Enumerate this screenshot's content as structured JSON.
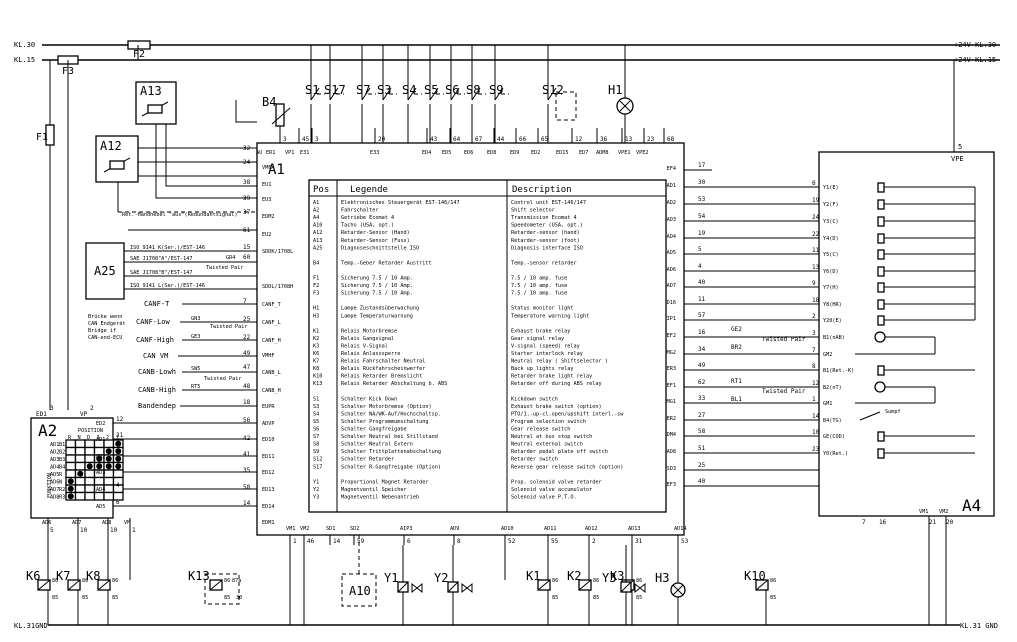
{
  "rails": {
    "kl30": "KL.30",
    "kl15": "KL.15",
    "p24v_kl30": "+24V KL.30",
    "p24v_kl15": "+24V KL.15",
    "gnd_left": "KL.31GND",
    "gnd_right": "KL.31 GND"
  },
  "fuses": [
    "F2",
    "F3",
    "F1"
  ],
  "a1": {
    "label": "A1",
    "top_pins": [
      "AU",
      "ER1",
      "VP1",
      "E31",
      "E33",
      "ED4",
      "ED5",
      "ED6",
      "ED8",
      "ED9",
      "ED2",
      "ED15",
      "ED7",
      "ADM8",
      "VPE1",
      "VPE2"
    ],
    "top_nums": [
      "3",
      "45",
      "3",
      "20",
      "43",
      "64",
      "67",
      "44",
      "66",
      "65",
      "12",
      "36",
      "13",
      "23",
      "68"
    ],
    "left_pins": [
      "VM6A",
      "EU1",
      "EU3",
      "EDM2",
      "EU2",
      "SDDK/1708L",
      "SDDL/1708H",
      "CANF_T",
      "CANF_L",
      "CANF_H",
      "VMHF",
      "CANB_L",
      "CANB_H",
      "EUPR",
      "ADVP",
      "ED10",
      "ED11",
      "ED12",
      "ED13",
      "ED14",
      "EDM1"
    ],
    "left_nums": [
      "32",
      "24",
      "38",
      "39",
      "37",
      "61",
      "15",
      "60",
      "7",
      "25",
      "22",
      "49",
      "47",
      "48",
      "18",
      "56",
      "42",
      "41",
      "35",
      "58",
      "14"
    ],
    "right_pins": [
      "EF4",
      "AD1",
      "AD2",
      "AD3",
      "AD4",
      "AD5",
      "AD6",
      "AD7",
      "AD16",
      "AIP1",
      "EF2",
      "VMG2",
      "ER3",
      "EF1",
      "VMG1",
      "ER2",
      "ADM4",
      "AD8",
      "SD3",
      "EF3"
    ],
    "right_nums": [
      "17",
      "30",
      "53",
      "54",
      "19",
      "5",
      "4",
      "40",
      "11",
      "57",
      "16",
      "34",
      "49",
      "62",
      "33",
      "27",
      "58",
      "51",
      "25",
      "40"
    ],
    "bottom_pins": [
      "VM1",
      "VM2",
      "SD1",
      "SD2",
      "AIP3",
      "AD9",
      "AD10",
      "AD11",
      "AD12",
      "AD13",
      "AD14"
    ],
    "bottom_nums": [
      "1",
      "46",
      "14",
      "59",
      "6",
      "8",
      "52",
      "55",
      "2",
      "31",
      "53"
    ]
  },
  "legend": {
    "pos_header": "Pos",
    "legende_header": "Legende",
    "description_header": "Description",
    "rows": [
      {
        "pos": "A1",
        "de": "Elektronisches Steuergerät EST-146/147",
        "en": "Control unit EST-146/147"
      },
      {
        "pos": "A2",
        "de": "Fahrschalter",
        "en": "Shift selector"
      },
      {
        "pos": "A4",
        "de": "Getriebe Ecomat 4",
        "en": "Transmission Ecomat 4"
      },
      {
        "pos": "A10",
        "de": "Tacho (USA, opt.)",
        "en": "Speedometer (USA, opt.)"
      },
      {
        "pos": "A12",
        "de": "Retarder-Sensor (Hand)",
        "en": "Retarder-sensor (hand)"
      },
      {
        "pos": "A13",
        "de": "Retarder-Sensor (Fuss)",
        "en": "Retarder-sensor (foot)"
      },
      {
        "pos": "A25",
        "de": "Diagnoseschnittstelle ISO",
        "en": "Diagnosis interface ISO"
      },
      {
        "pos": "",
        "de": "",
        "en": ""
      },
      {
        "pos": "B4",
        "de": "Temp.-Geber Retarder Austritt",
        "en": "Temp.-sensor retarder"
      },
      {
        "pos": "",
        "de": "",
        "en": ""
      },
      {
        "pos": "F1",
        "de": "Sicherung 7.5 / 10 Amp.",
        "en": "7.5 / 10 amp. fuse"
      },
      {
        "pos": "F2",
        "de": "Sicherung 7.5 / 10 Amp.",
        "en": "7.5 / 10 amp. fuse"
      },
      {
        "pos": "F3",
        "de": "Sicherung 7.5 / 10 Amp.",
        "en": "7.5 / 10 amp. fuse"
      },
      {
        "pos": "",
        "de": "",
        "en": ""
      },
      {
        "pos": "H1",
        "de": "Lampe Zustandsüberwachung",
        "en": "Status monitor light"
      },
      {
        "pos": "H3",
        "de": "Lampe Temperaturwarnung",
        "en": "Temperature warning light"
      },
      {
        "pos": "",
        "de": "",
        "en": ""
      },
      {
        "pos": "K1",
        "de": "Relais Motorbremse",
        "en": "Exhaust brake relay"
      },
      {
        "pos": "K2",
        "de": "Relais Gangsignal",
        "en": "Gear signal relay"
      },
      {
        "pos": "K3",
        "de": "Relais V-Signal",
        "en": "V-signal (speed) relay"
      },
      {
        "pos": "K6",
        "de": "Relais Anlasssperre",
        "en": "Starter interlock relay"
      },
      {
        "pos": "K7",
        "de": "Relais Fahrschalter Neutral",
        "en": "Neutral relay ( Shiftselector )"
      },
      {
        "pos": "K8",
        "de": "Relais Rückfahrscheinwerfer",
        "en": "Back up lights relay"
      },
      {
        "pos": "K10",
        "de": "Relais Retarder Bremslicht",
        "en": "Retarder brake light relay"
      },
      {
        "pos": "K13",
        "de": "Relais Retarder Abschaltung b. ABS",
        "en": "Retarder off during ABS relay"
      },
      {
        "pos": "",
        "de": "",
        "en": ""
      },
      {
        "pos": "S1",
        "de": "Schalter Kick Down",
        "en": "Kickdown switch"
      },
      {
        "pos": "S3",
        "de": "Schalter Motorbremse (Option)",
        "en": "Exhaust brake switch (option)"
      },
      {
        "pos": "S4",
        "de": "Schalter NA/WK-Auf/Hochschaltsp.",
        "en": "PTO/1.-up-cl.open/upshift interl.-sw"
      },
      {
        "pos": "S5",
        "de": "Schalter Programmumschaltung",
        "en": "Program selection switch"
      },
      {
        "pos": "S6",
        "de": "Schalter Gangfreigabe",
        "en": "Gear release switch"
      },
      {
        "pos": "S7",
        "de": "Schalter Neutral bei Stillstand",
        "en": "Neutral at bus stop switch"
      },
      {
        "pos": "S8",
        "de": "Schalter Neutral Extern",
        "en": "Neutral external switch"
      },
      {
        "pos": "S9",
        "de": "Schalter Trittplattenabschaltung",
        "en": "Retarder pedal plate off switch"
      },
      {
        "pos": "S12",
        "de": "Schalter Retarder",
        "en": "Retarder switch"
      },
      {
        "pos": "S17",
        "de": "Schalter R-Gangfreigabe (Option)",
        "en": "Reverse gear release switch (option)"
      },
      {
        "pos": "",
        "de": "",
        "en": ""
      },
      {
        "pos": "Y1",
        "de": "Proportional Magnet Retarder",
        "en": "Prop. solenoid valve retarder"
      },
      {
        "pos": "Y2",
        "de": "Magnetventil Speicher",
        "en": "Solenoid valve accumulator"
      },
      {
        "pos": "Y3",
        "de": "Magnetventil Nebenantrieb",
        "en": "Solenoid valve P.T.O."
      }
    ]
  },
  "a2": {
    "label": "A2",
    "top_left": "ED1",
    "top_right": "VP",
    "pin_top_left": "3",
    "pin_top_right": "2",
    "position_header": "POSITION",
    "col_headers": [
      "R",
      "N",
      "D",
      "3",
      "2",
      "1"
    ],
    "function_label": "FUNKTION",
    "row_labels": [
      "AD1",
      "AD2",
      "AD3",
      "AD4",
      "AD5",
      "AD6",
      "AD7",
      "AD8"
    ],
    "row_pins": [
      "B1",
      "B2",
      "B3",
      "B4",
      "R",
      "N",
      "R2",
      "R3"
    ],
    "dots": [
      [
        0,
        0,
        0,
        0,
        0,
        1
      ],
      [
        0,
        0,
        0,
        0,
        1,
        1
      ],
      [
        0,
        0,
        0,
        1,
        1,
        1
      ],
      [
        0,
        0,
        1,
        1,
        1,
        1
      ],
      [
        0,
        1,
        0,
        0,
        0,
        0
      ],
      [
        1,
        0,
        0,
        0,
        0,
        0
      ],
      [
        1,
        0,
        0,
        0,
        0,
        0
      ],
      [
        1,
        0,
        0,
        0,
        0,
        0
      ]
    ],
    "right_pins": [
      "ED2",
      "AD1",
      "AD2",
      "AD3",
      "AD4",
      "AD5"
    ],
    "right_nums": [
      "12",
      "31",
      "8",
      "9",
      "4",
      "6"
    ],
    "bottom_pins": [
      "AD6",
      "AD7",
      "AD8",
      "VM"
    ],
    "bottom_nums": [
      "5",
      "10",
      "10",
      "1"
    ]
  },
  "a4": {
    "label": "A4",
    "top_label": "VPE",
    "top_num": "5",
    "pins": [
      "Y1(E)",
      "Y2(F)",
      "Y3(C)",
      "Y4(D)",
      "Y5(C)",
      "Y6(D)",
      "Y7(H)",
      "Y8(HR)",
      "Y20(E)",
      "B1(nAB)",
      "GM2",
      "B1(Ret.-K)",
      "B2(nT)",
      "GM1",
      "B4(TG)",
      "GE(COD)",
      "Y0(Ret.)"
    ],
    "nums": [
      "6",
      "19",
      "24",
      "22",
      "11",
      "13",
      "9",
      "18",
      "2",
      "3",
      "7",
      "8",
      "12",
      "1",
      "14",
      "10",
      "23",
      "3"
    ],
    "sumpf_label": "Sumpf",
    "bottom_pins": [
      "VM1",
      "VM2"
    ],
    "bottom_nums": [
      "7",
      "16",
      "21",
      "20"
    ]
  },
  "a25": {
    "label": "A25",
    "lines": [
      "ISO 9141 K(Ser.)/EST-146",
      "SAE J1708\"A\"/EST-147",
      "SAE J1708\"B\"/EST-147",
      "ISO 9141 L(Ser.)/EST-146"
    ],
    "gr4": "GR4",
    "twisted": "Twisted Pair"
  },
  "can": {
    "canf_t": "CANF-T",
    "canf_low": "CANF-Low",
    "canf_high": "CANF-High",
    "can_vm": "CAN VM",
    "canb_low": "CANB-Lowh",
    "canb_high": "CANB-High",
    "bandendep": "Bandendep",
    "gn3": "GN3",
    "ge3": "GE3",
    "sw5": "SW5",
    "rt5": "RT5",
    "twisted": "Twisted Pair",
    "note": [
      "Brücke wenn",
      "CAN Endgerät",
      "Bridge if",
      "CAN-end-ECU"
    ]
  },
  "notes": {
    "ret_handhebel": "Ret.-Handhebel \"aus\"(Redundantsignal)",
    "ge2": "GE2",
    "br2": "BR2",
    "rt1": "RT1",
    "bl1": "BL1",
    "twisted": "Twisted Pair"
  },
  "components": {
    "a12": "A12",
    "a13": "A13",
    "b4": "B4",
    "h1": "H1",
    "h3": "H3",
    "a10": "A10",
    "y1": "Y1",
    "y2": "Y2",
    "y3": "Y3",
    "k1": "K1",
    "k2": "K2",
    "k3": "K3",
    "k6": "K6",
    "k7": "K7",
    "k8": "K8",
    "k10": "K10",
    "k13": "K13",
    "switches": [
      "S1",
      "S17",
      "S7",
      "S3",
      "S4",
      "S5",
      "S6",
      "S8",
      "S9",
      "S12"
    ],
    "relay_pins": [
      "86",
      "85"
    ],
    "k13_pins": [
      "86",
      "87a",
      "85",
      "30"
    ]
  }
}
